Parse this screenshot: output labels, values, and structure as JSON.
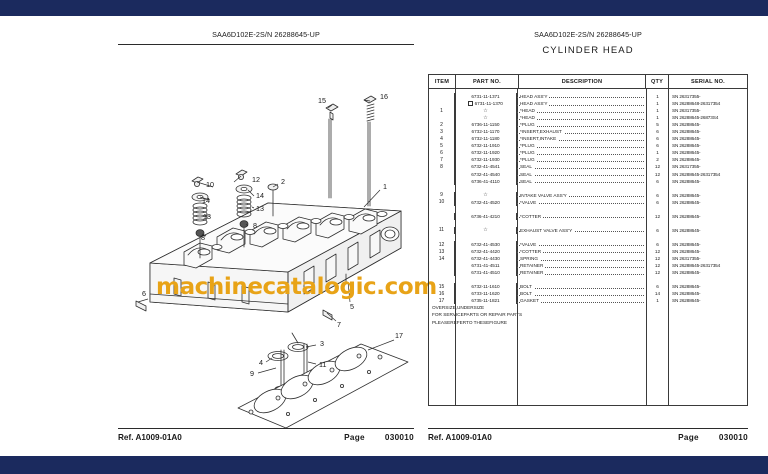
{
  "document": {
    "model_header": "SAA6D102E-2S/N 26288645-UP",
    "figure_title": "CYLINDER HEAD",
    "watermark": "machinecatalogic.com"
  },
  "footer": {
    "ref_label": "Ref. A1009-01A0",
    "page_label": "Page",
    "page_number": "030010"
  },
  "table": {
    "headers": {
      "item": "ITEM",
      "part_no": "PART NO.",
      "description": "DESCRIPTION",
      "qty": "QTY",
      "serial_no": "SERIAL NO."
    },
    "rows": [
      {
        "item": "",
        "part": "6731-11-1371",
        "mark": "",
        "desc": "HEAD ASS'Y",
        "qty": "1",
        "sn": "SN 26317355-"
      },
      {
        "item": "",
        "part": "6731-11-1370",
        "mark": "box",
        "desc": "HEAD ASS'Y",
        "qty": "1",
        "sn": "SN 26288648-26317354"
      },
      {
        "item": "1",
        "part": "",
        "mark": "star",
        "desc": "*HEAD",
        "qty": "1",
        "sn": "SN 26317355-"
      },
      {
        "item": "",
        "part": "",
        "mark": "star",
        "desc": "*HEAD",
        "qty": "1",
        "sn": "SN 26288645-26873S4"
      },
      {
        "item": "2",
        "part": "6736-11-1150",
        "mark": "",
        "desc": "*PLUG",
        "qty": "5",
        "sn": "SN 26288645-"
      },
      {
        "item": "3",
        "part": "6732-11-1170",
        "mark": "",
        "desc": "*INSERT,EXHAUST",
        "qty": "6",
        "sn": "SN 26288645-"
      },
      {
        "item": "4",
        "part": "6732-11-1180",
        "mark": "",
        "desc": "*INSERT,INTAKE",
        "qty": "6",
        "sn": "SN 26288645-"
      },
      {
        "item": "5",
        "part": "6732-11-1910",
        "mark": "",
        "desc": "*PLUG",
        "qty": "6",
        "sn": "SN 26288645-"
      },
      {
        "item": "6",
        "part": "6732-11-1920",
        "mark": "",
        "desc": "*PLUG",
        "qty": "1",
        "sn": "SN 26288645-"
      },
      {
        "item": "7",
        "part": "6732-11-1930",
        "mark": "",
        "desc": "*PLUG",
        "qty": "2",
        "sn": "SN 26288645-"
      },
      {
        "item": "8",
        "part": "6732-41-4541",
        "mark": "",
        "desc": "SEAL",
        "qty": "12",
        "sn": "SN 26317355-"
      },
      {
        "item": "",
        "part": "6732-41-4540",
        "mark": "",
        "desc": "SEAL",
        "qty": "12",
        "sn": "SN 26288645-26317354"
      },
      {
        "item": "",
        "part": "6736-41-4110",
        "mark": "",
        "desc": "SEAL",
        "qty": "6",
        "sn": "SN 26288645-"
      },
      {
        "item": "9",
        "part": "",
        "mark": "star",
        "desc": "INTAKE VALVE ASS'Y",
        "qty": "6",
        "sn": "SN 26288645-"
      },
      {
        "item": "10",
        "part": "6732-41-4520",
        "mark": "",
        "desc": "*VALVE",
        "qty": "6",
        "sn": "SN 26288645-"
      },
      {
        "item": "",
        "part": "6736-41-4210",
        "mark": "",
        "desc": "*COTTER",
        "qty": "12",
        "sn": "SN 26288645-"
      },
      {
        "item": "11",
        "part": "",
        "mark": "star",
        "desc": "EXHAUST VALVE ASS'Y",
        "qty": "6",
        "sn": "SN 26288645-"
      },
      {
        "item": "12",
        "part": "6732-41-4530",
        "mark": "",
        "desc": "*VALVE",
        "qty": "6",
        "sn": "SN 26288645-"
      },
      {
        "item": "13",
        "part": "6732-41-4420",
        "mark": "",
        "desc": "*COTTER",
        "qty": "12",
        "sn": "SN 26288645-"
      },
      {
        "item": "14",
        "part": "6732-41-4430",
        "mark": "",
        "desc": "SPRING",
        "qty": "12",
        "sn": "SN 26317355-"
      },
      {
        "item": "",
        "part": "6731-41-4511",
        "mark": "",
        "desc": "RETAINER",
        "qty": "12",
        "sn": "SN 26288645-26317354"
      },
      {
        "item": "",
        "part": "6731-41-4510",
        "mark": "",
        "desc": "RETAINER",
        "qty": "12",
        "sn": "SN 26288645-"
      },
      {
        "item": "15",
        "part": "6732-11-1610",
        "mark": "",
        "desc": "BOLT",
        "qty": "6",
        "sn": "SN 26288645-"
      },
      {
        "item": "16",
        "part": "6733-11-1620",
        "mark": "",
        "desc": "BOLT",
        "qty": "14",
        "sn": "SN 26288645-"
      },
      {
        "item": "17",
        "part": "6735-11-1821",
        "mark": "",
        "desc": "GASKET",
        "qty": "1",
        "sn": "SN 26288645-"
      }
    ],
    "notes": [
      "OVERSIZE,UNDERSIZE",
      "FOR SERVICEPARTS OR REPAIR PARTS",
      "PLEASEREFERTO THESEFIGURE"
    ]
  },
  "diagram": {
    "callouts": [
      "1",
      "2",
      "3",
      "4",
      "5",
      "6",
      "7",
      "8",
      "9",
      "10",
      "11",
      "12",
      "13",
      "14",
      "15",
      "16",
      "17"
    ]
  },
  "colors": {
    "band": "#1b2a5e",
    "watermark": "#e8a317",
    "line": "#3a3a3a"
  }
}
